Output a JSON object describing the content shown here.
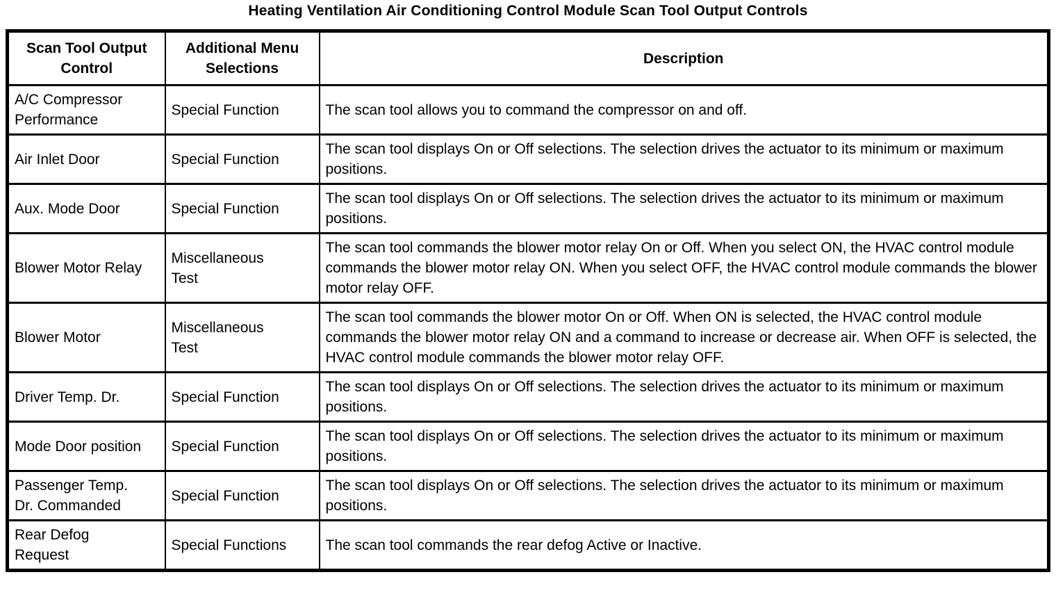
{
  "colors": {
    "text": "#000000",
    "background": "#ffffff",
    "border": "#000000"
  },
  "title": "Heating Ventilation Air Conditioning Control Module Scan Tool Output Controls",
  "table": {
    "columns": [
      "Scan Tool Output\nControl",
      "Additional Menu\nSelections",
      "Description"
    ],
    "rows": [
      {
        "control": "A/C Compressor\nPerformance",
        "menu": "Special Function",
        "description": "The scan tool allows you to command the compressor on and off."
      },
      {
        "control": "Air Inlet Door",
        "menu": "Special Function",
        "description": "The scan tool displays On or Off selections. The selection drives the actuator to its minimum or maximum positions."
      },
      {
        "control": "Aux. Mode Door",
        "menu": "Special Function",
        "description": "The scan tool displays On or Off selections. The selection drives the actuator to its minimum or maximum positions."
      },
      {
        "control": "Blower Motor Relay",
        "menu": "Miscellaneous\nTest",
        "description": "The scan tool commands the blower motor relay On or Off. When you select ON, the HVAC control module commands the blower motor relay ON. When you select OFF, the HVAC control module commands the blower motor relay OFF."
      },
      {
        "control": "Blower Motor",
        "menu": "Miscellaneous\nTest",
        "description": "The scan tool commands the blower motor On or Off. When ON is selected, the HVAC control module commands the blower motor relay ON and a command to increase or decrease air. When OFF is selected, the HVAC control module commands the blower motor relay OFF."
      },
      {
        "control": "Driver Temp. Dr.",
        "menu": "Special Function",
        "description": "The scan tool displays On or Off selections. The selection drives the actuator to its minimum or maximum positions."
      },
      {
        "control": "Mode Door position",
        "menu": "Special Function",
        "description": "The scan tool displays On or Off selections. The selection drives the actuator to its minimum or maximum positions."
      },
      {
        "control": "Passenger Temp.\nDr. Commanded",
        "menu": "Special Function",
        "description": "The scan tool displays On or Off selections. The selection drives the actuator to its minimum or maximum positions."
      },
      {
        "control": "Rear Defog\nRequest",
        "menu": "Special Functions",
        "description": "The scan tool commands the rear defog Active or Inactive."
      }
    ]
  }
}
